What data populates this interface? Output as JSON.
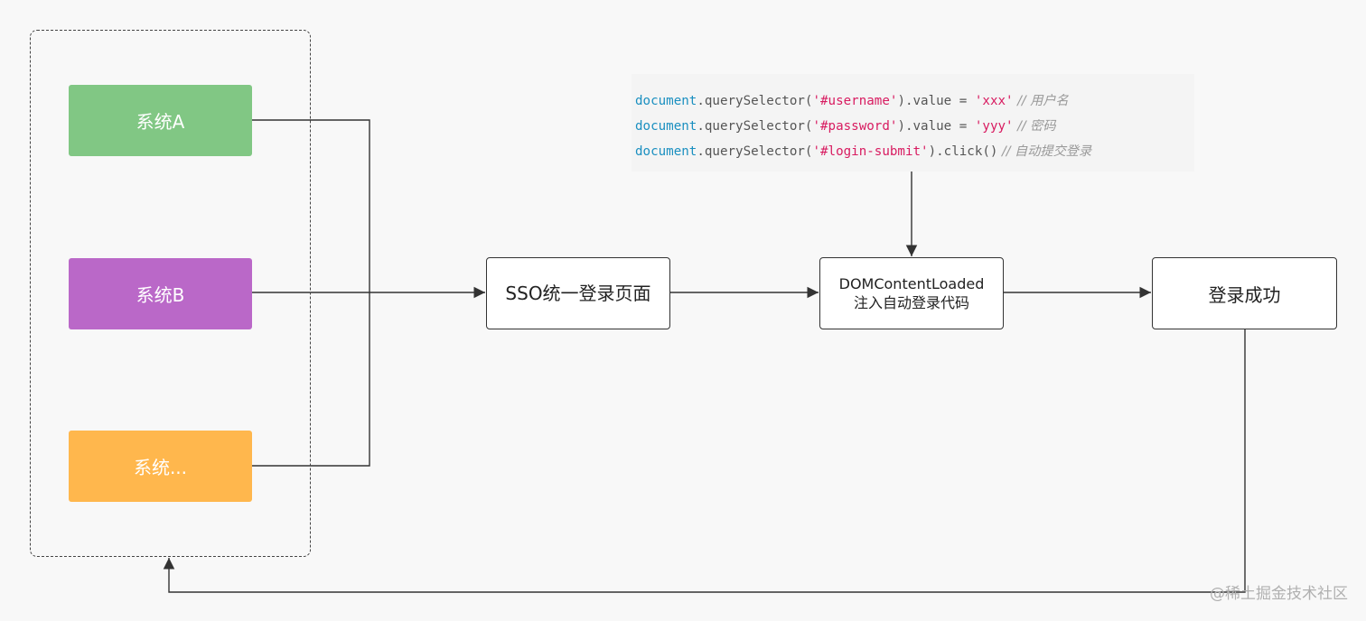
{
  "systems": [
    {
      "label": "系统A",
      "color": "#81c784"
    },
    {
      "label": "系统B",
      "color": "#ba68c8"
    },
    {
      "label": "系统...",
      "color": "#ffb74d"
    }
  ],
  "nodes": {
    "sso": "SSO统一登录页面",
    "dom_line1": "DOMContentLoaded",
    "dom_line2": "注入自动登录代码",
    "success": "登录成功"
  },
  "code": {
    "lines": [
      {
        "obj": "document",
        "call1": ".querySelector(",
        "arg": "'#username'",
        "call2": ").value = ",
        "val": "'xxx'",
        "comment": " // 用户名"
      },
      {
        "obj": "document",
        "call1": ".querySelector(",
        "arg": "'#password'",
        "call2": ").value = ",
        "val": "'yyy'",
        "comment": " // 密码"
      },
      {
        "obj": "document",
        "call1": ".querySelector(",
        "arg": "'#login-submit'",
        "call2": ").click()",
        "val": "",
        "comment": " // 自动提交登录"
      }
    ]
  },
  "watermark": "@稀土掘金技术社区",
  "colors": {
    "line": "#333333",
    "keyword": "#1a8fc0",
    "string": "#d81b60",
    "comment": "#999999"
  }
}
